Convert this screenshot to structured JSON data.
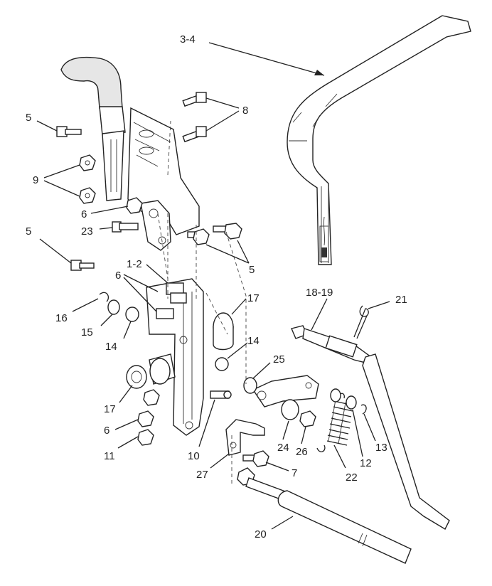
{
  "callouts": [
    {
      "id": "c-3-4",
      "text": "3-4"
    },
    {
      "id": "c-8",
      "text": "8"
    },
    {
      "id": "c-5a",
      "text": "5"
    },
    {
      "id": "c-9",
      "text": "9"
    },
    {
      "id": "c-6a",
      "text": "6"
    },
    {
      "id": "c-5b",
      "text": "5"
    },
    {
      "id": "c-23",
      "text": "23"
    },
    {
      "id": "c-5c",
      "text": "5"
    },
    {
      "id": "c-1-2",
      "text": "1-2"
    },
    {
      "id": "c-6b",
      "text": "6"
    },
    {
      "id": "c-16",
      "text": "16"
    },
    {
      "id": "c-15",
      "text": "15"
    },
    {
      "id": "c-14a",
      "text": "14"
    },
    {
      "id": "c-17a",
      "text": "17"
    },
    {
      "id": "c-14b",
      "text": "14"
    },
    {
      "id": "c-18-19",
      "text": "18-19"
    },
    {
      "id": "c-21",
      "text": "21"
    },
    {
      "id": "c-25",
      "text": "25"
    },
    {
      "id": "c-17b",
      "text": "17"
    },
    {
      "id": "c-6c",
      "text": "6"
    },
    {
      "id": "c-11",
      "text": "11"
    },
    {
      "id": "c-10",
      "text": "10"
    },
    {
      "id": "c-27",
      "text": "27"
    },
    {
      "id": "c-24",
      "text": "24"
    },
    {
      "id": "c-26",
      "text": "26"
    },
    {
      "id": "c-12",
      "text": "12"
    },
    {
      "id": "c-13",
      "text": "13"
    },
    {
      "id": "c-22",
      "text": "22"
    },
    {
      "id": "c-7",
      "text": "7"
    },
    {
      "id": "c-20",
      "text": "20"
    }
  ]
}
